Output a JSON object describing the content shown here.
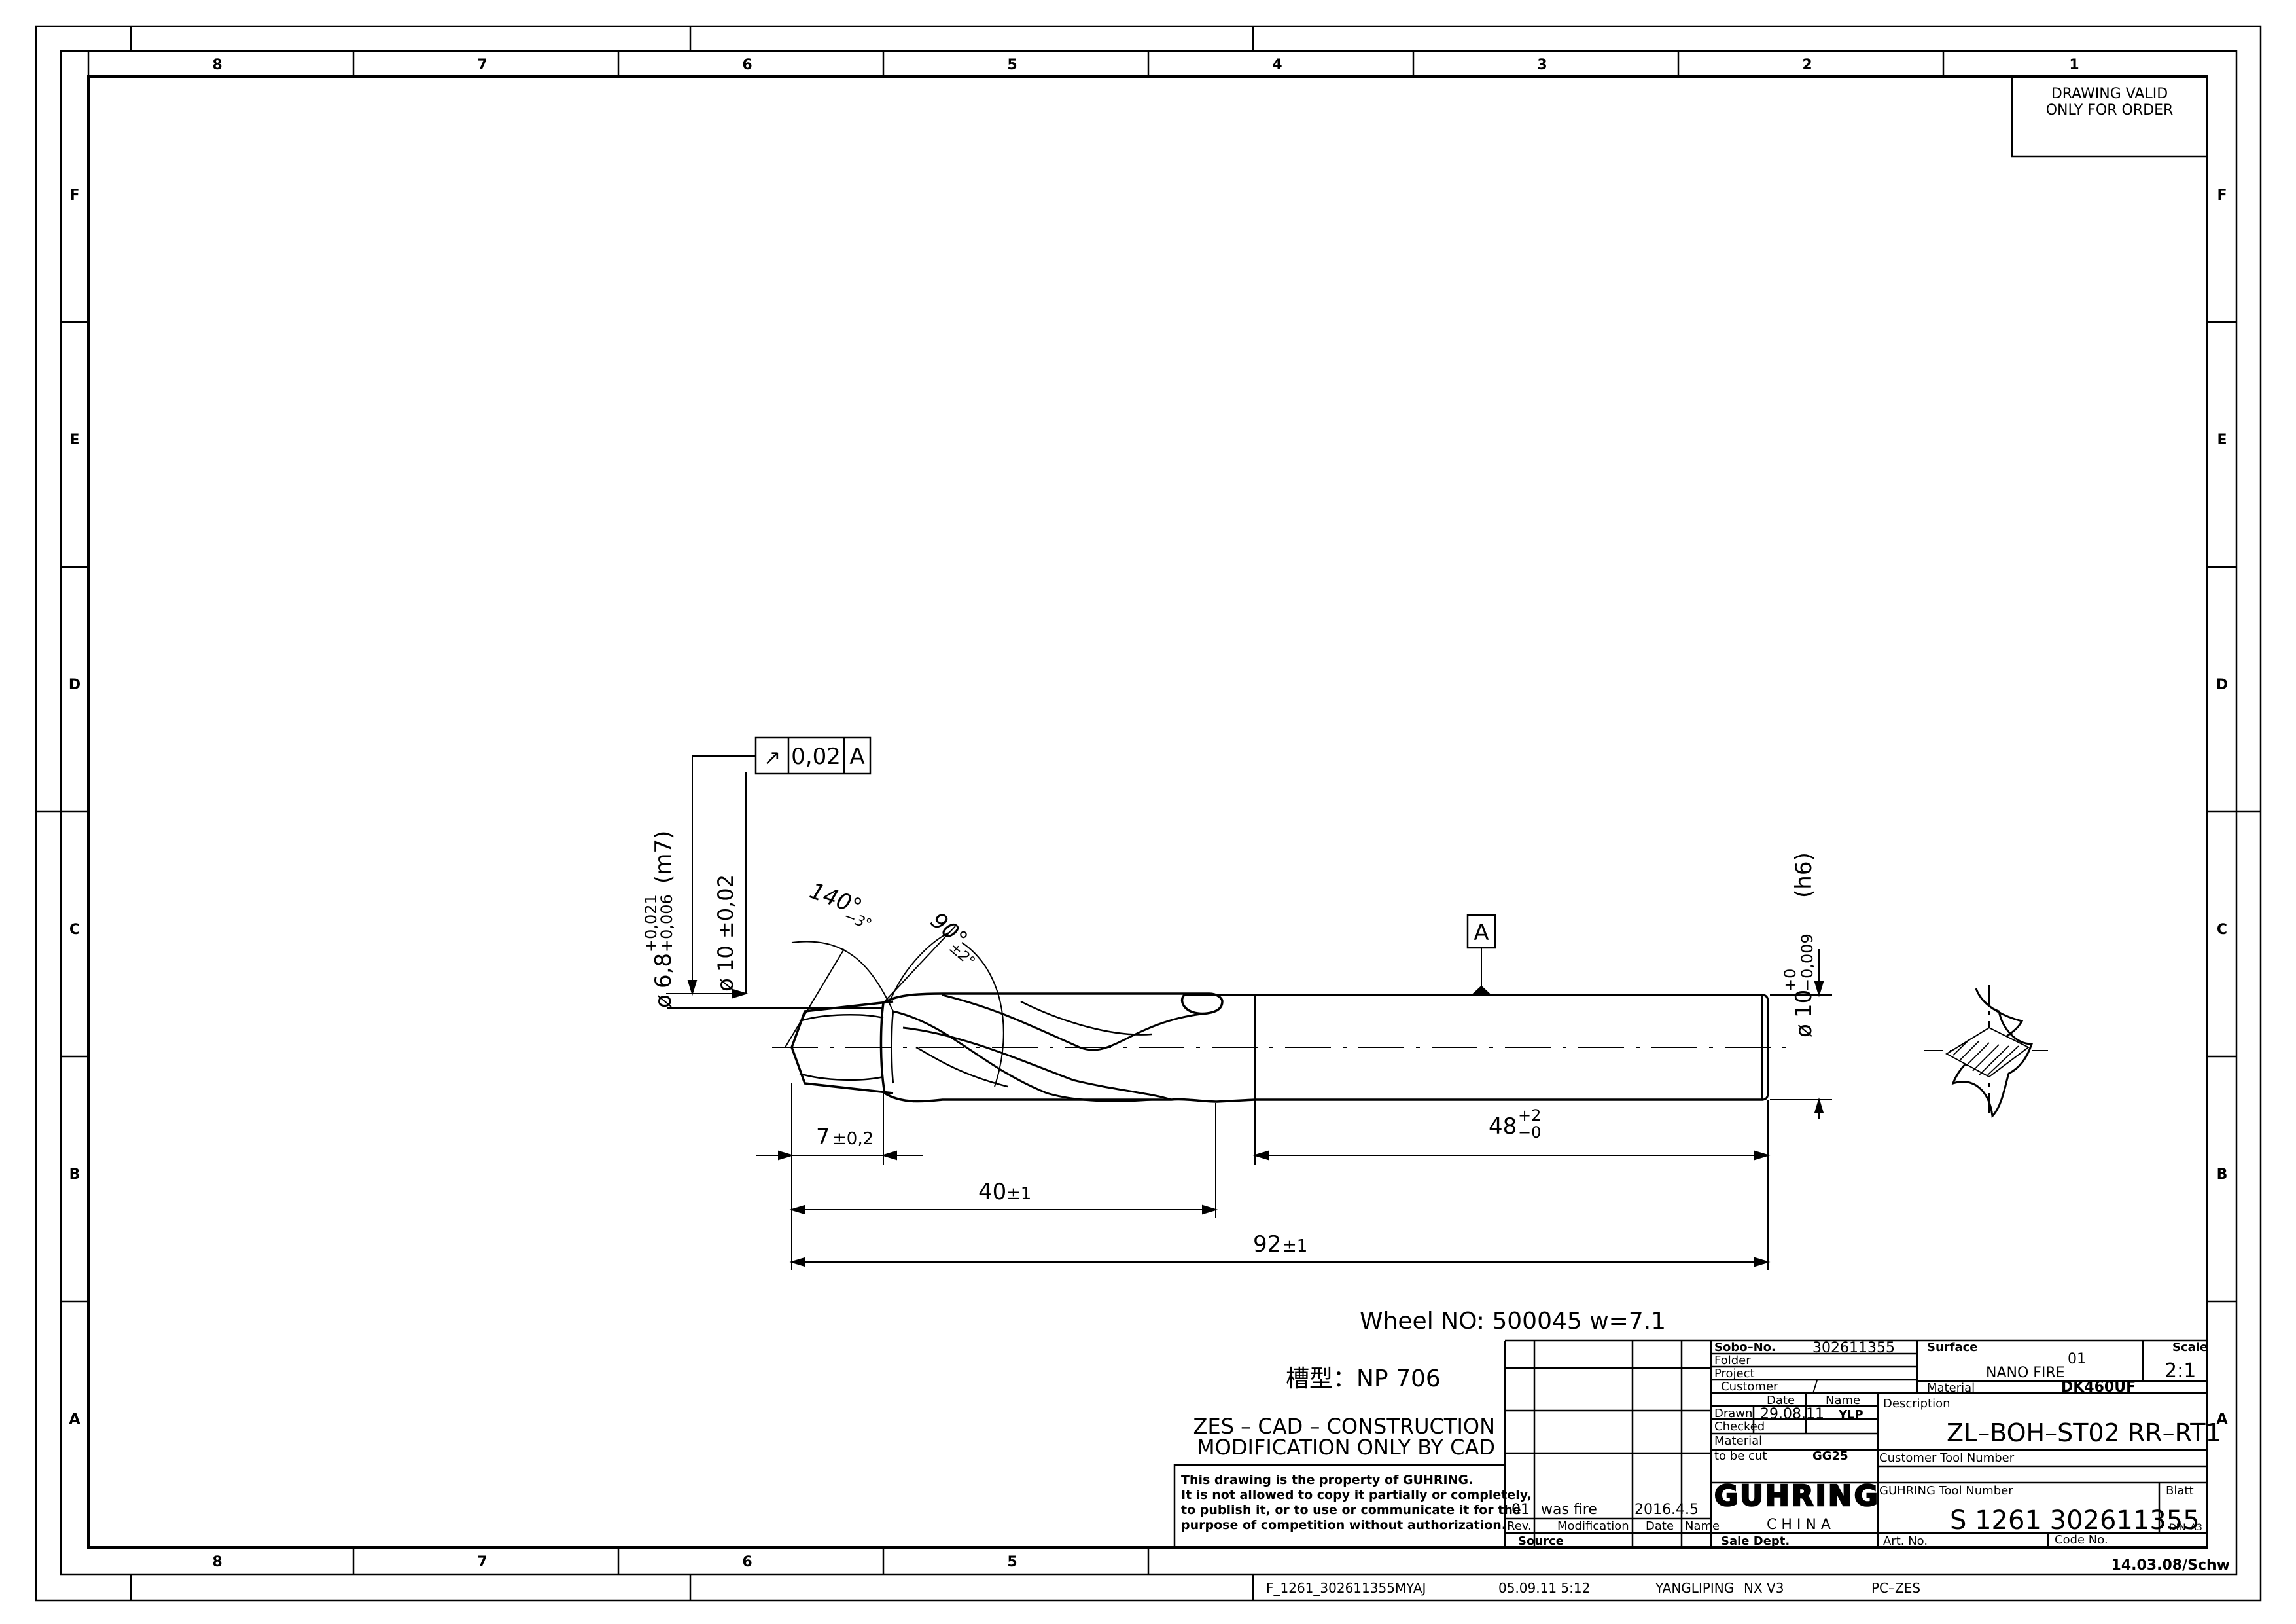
{
  "border": {
    "top_cols": [
      "8",
      "7",
      "6",
      "5",
      "4",
      "3",
      "2",
      "1"
    ],
    "bottom_cols": [
      "8",
      "7",
      "6",
      "5"
    ],
    "rows": [
      "F",
      "E",
      "D",
      "C",
      "B",
      "A"
    ]
  },
  "validity_note": [
    "DRAWING VALID",
    "ONLY FOR ORDER"
  ],
  "dimensions": {
    "runout_symbol": "↗",
    "runout_value": "0,02",
    "runout_datum": "A",
    "datum_label": "A",
    "dia_symbol": "ø",
    "d_tip_main": "6,8",
    "d_tip_tol_upper": "+0,021",
    "d_tip_tol_lower": "+0,006",
    "d_tip_fit": "(m7)",
    "d_body": "10 ±0,02",
    "angle_tip_main": "140°",
    "angle_tip_tol": "−3°",
    "angle_step_main": "90°",
    "angle_step_tol": "±2°",
    "d_shank_main": "10",
    "d_shank_tol_upper": "+0",
    "d_shank_tol_lower": "−0,009",
    "d_shank_fit": "(h6)",
    "len_step_main": "7",
    "len_step_tol": "±0,2",
    "len_flute_main": "40",
    "len_flute_tol": "±1",
    "len_shank_main": "48",
    "len_shank_tol_upper": "+2",
    "len_shank_tol_lower": "−0",
    "len_total_main": "92",
    "len_total_tol": "±1"
  },
  "notes": {
    "wheel": "Wheel NO: 500045  w=7.1",
    "groove": "槽型：NP 706",
    "cad_line1": "ZES – CAD – CONSTRUCTION",
    "cad_line2": "MODIFICATION ONLY BY CAD",
    "property_lines": [
      "This drawing is the property of GUHRING.",
      "It is not allowed to copy it partially or completely,",
      "to publish it, or to use or communicate it for the",
      "purpose of competition without authorization."
    ]
  },
  "title_block": {
    "revision": {
      "rev": "01",
      "modification": "was fire",
      "date": "2016.4.5"
    },
    "rev_headers": {
      "rev": "Rev.",
      "modification": "Modification",
      "date": "Date",
      "name": "Name",
      "source": "Source"
    },
    "sobo_label": "Sobo–No.",
    "sobo_value": "302611355",
    "folder_label": "Folder",
    "project_label": "Project",
    "customer_label": "Customer",
    "customer_value": "/",
    "date_head": "Date",
    "name_head": "Name",
    "drawn_label": "Drawn",
    "drawn_date": "29.08.11",
    "drawn_name": "YLP",
    "checked_label": "Checked",
    "material_cut_label1": "Material",
    "material_cut_label2": "to be cut",
    "material_cut_value": "GG25",
    "company_logo": "GUHRING",
    "company_sub": "C H I N A",
    "sale_dept_label": "Sale Dept.",
    "surface_label": "Surface",
    "surface_code": "01",
    "surface_value": "NANO FIRE",
    "scale_label": "Scale",
    "scale_value": "2:1",
    "material_label": "Material",
    "material_value": "DK460UF",
    "description_label": "Description",
    "description_value": "ZL–BOH–ST02  RR–RT1",
    "customer_tool_label": "Customer Tool Number",
    "guhring_tool_label": "GUHRING Tool Number",
    "guhring_tool_value": "S 1261  302611355",
    "blatt_label": "Blatt",
    "sheet_format": "DIN–A3",
    "art_no_label": "Art. No.",
    "code_no_label": "Code No.",
    "form_code": "14.03.08/Schw"
  },
  "footer": {
    "file": "F_1261_302611355MYAJ",
    "datetime": "05.09.11   5:12",
    "author": "YANGLIPING",
    "software": "NX V3",
    "system": "PC–ZES"
  }
}
